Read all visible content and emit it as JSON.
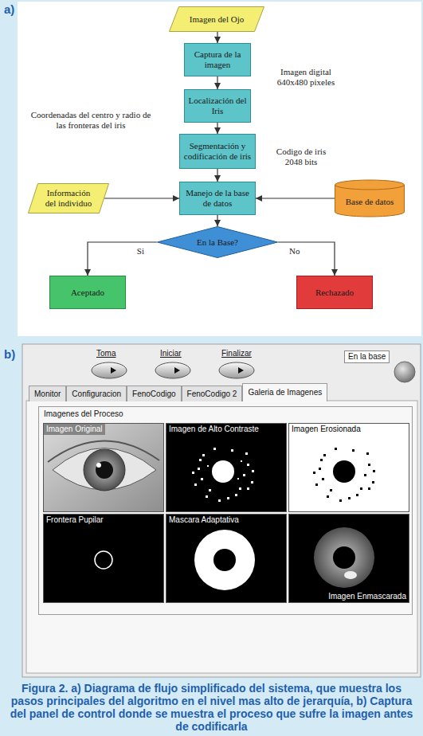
{
  "diagram": {
    "caption": "Figura 2. a) Diagrama de flujo simplificado del sistema, que muestra los pasos principales del algoritmo en el nivel mas alto de jerarquía, b) Captura del panel de control donde se muestra el proceso que sufre la imagen antes de codificarla",
    "nodes": [
      {
        "text": [
          "Imagen del Ojo"
        ]
      },
      {
        "text": [
          "Captura de la imagen"
        ]
      },
      {
        "text": [
          "Localización del Iris"
        ]
      },
      {
        "text": [
          "Segmentación y codificación de iris"
        ]
      },
      {
        "text": [
          "Información del individuo"
        ]
      },
      {
        "text": [
          "Manejo de la base de datos"
        ]
      },
      {
        "text": [
          "Base de datos"
        ]
      },
      {
        "text": [
          "En la Base?"
        ]
      },
      {
        "text": [
          "Aceptado"
        ]
      },
      {
        "text": [
          "Rechazado"
        ]
      },
      {
        "text": [
          "En la base"
        ]
      },
      {
        "text": [
          "Monitor"
        ]
      },
      {
        "text": [
          "Configuracion"
        ]
      },
      {
        "text": [
          "FenoCodigo"
        ]
      },
      {
        "text": [
          "FenoCodigo 2"
        ]
      },
      {
        "text": [
          "Galeria de Imagenes"
        ]
      },
      {
        "text": [
          "Imagenes del Proceso"
        ]
      },
      {
        "text": [
          "Imagen Original"
        ],
        "in": 16
      },
      {
        "text": [
          "Imagen de Alto Contraste"
        ],
        "in": 16
      },
      {
        "text": [
          "Imagen Erosionada"
        ],
        "in": 16
      },
      {
        "text": [
          "Frontera Pupilar"
        ],
        "in": 16
      },
      {
        "text": [
          "Mascara Adaptativa"
        ],
        "in": 16
      },
      {
        "text": [
          "Imagen Enmascarada"
        ],
        "in": 16
      }
    ],
    "edges": [
      {
        "from": 0,
        "to": 1,
        "arrow": "to"
      },
      {
        "from": 1,
        "to": 2,
        "arrow": "to"
      },
      {
        "from": 2,
        "to": 3,
        "arrow": "to"
      },
      {
        "from": 3,
        "to": 5,
        "arrow": "to"
      },
      {
        "from": 4,
        "to": 5,
        "arrow": "to"
      },
      {
        "from": 6,
        "to": 5,
        "arrow": "to"
      },
      {
        "from": 5,
        "to": 7,
        "arrow": "to"
      },
      {
        "from": 7,
        "to": 8,
        "label": "Si",
        "arrow": "to"
      },
      {
        "from": 7,
        "to": 9,
        "label": "No",
        "arrow": "to"
      }
    ],
    "labels": [
      "a)",
      "Imagen digital 640x480 pixeles",
      "Coordenadas del centro y radio de las fronteras del iris",
      "Codigo de iris 2048 bits",
      "b)",
      "Toma",
      "Iniciar",
      "Finalizar"
    ]
  }
}
